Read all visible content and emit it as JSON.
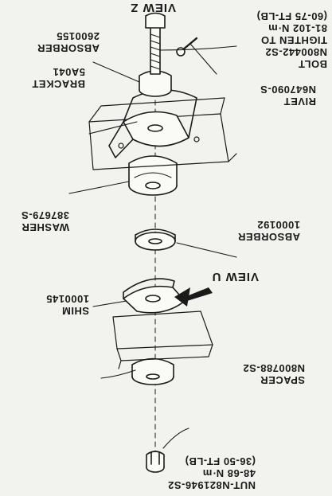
{
  "callouts": {
    "nut": {
      "lines": [
        "NUT-N821946-S2",
        "48-68 N·m",
        "(36-50 FT-LB)"
      ]
    },
    "spacer": {
      "lines": [
        "SPACER",
        "N800788-S2"
      ]
    },
    "shim": {
      "lines": [
        "SHIM",
        "1000145"
      ]
    },
    "washer": {
      "lines": [
        "WASHER",
        "387679-S"
      ]
    },
    "absorber_lower": {
      "lines": [
        "ABSORBER",
        "1000192"
      ]
    },
    "bracket": {
      "lines": [
        "BRACKET",
        "5A041"
      ]
    },
    "rivet": {
      "lines": [
        "RIVET",
        "N647090-S"
      ]
    },
    "bolt": {
      "lines": [
        "BOLT",
        "N800442-S2",
        "TIGHTEN TO",
        "81-102 N·m",
        "(60-75 FT-LB)"
      ]
    },
    "absorber_upper": {
      "lines": [
        "ABSORBER",
        "2600155"
      ]
    }
  },
  "views": {
    "view_u": "VIEW U",
    "view_z": "VIEW Z"
  }
}
